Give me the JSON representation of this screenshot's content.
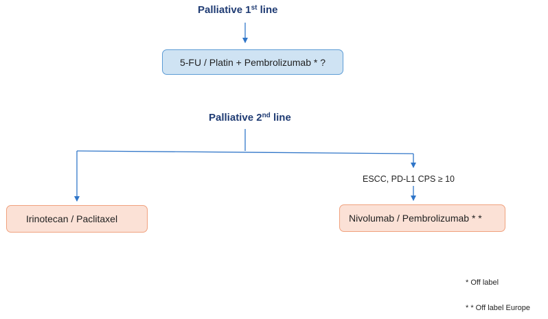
{
  "first_line": {
    "heading_text": "Palliative 1",
    "heading_sup": "st",
    "heading_suffix": " line",
    "regimen_box": "5-FU / Platin + Pembrolizumab *  ?"
  },
  "second_line": {
    "heading_text": "Palliative 2",
    "heading_sup": "nd",
    "heading_suffix": " line",
    "left_box": "Irinotecan / Paclitaxel",
    "right_condition": "ESCC, PD-L1 CPS ≥ 10",
    "right_box": "Nivolumab / Pembrolizumab * *"
  },
  "footnotes": {
    "note_1": "* Off label",
    "note_2": "* * Off label Europe"
  },
  "colors": {
    "heading": "#1f3b73",
    "arrow": "#2f75c8",
    "blue_box_fill": "#cfe3f3",
    "blue_box_border": "#5b9bd5",
    "orange_box_fill": "#fbe1d6",
    "orange_box_border": "#f0a17d"
  }
}
